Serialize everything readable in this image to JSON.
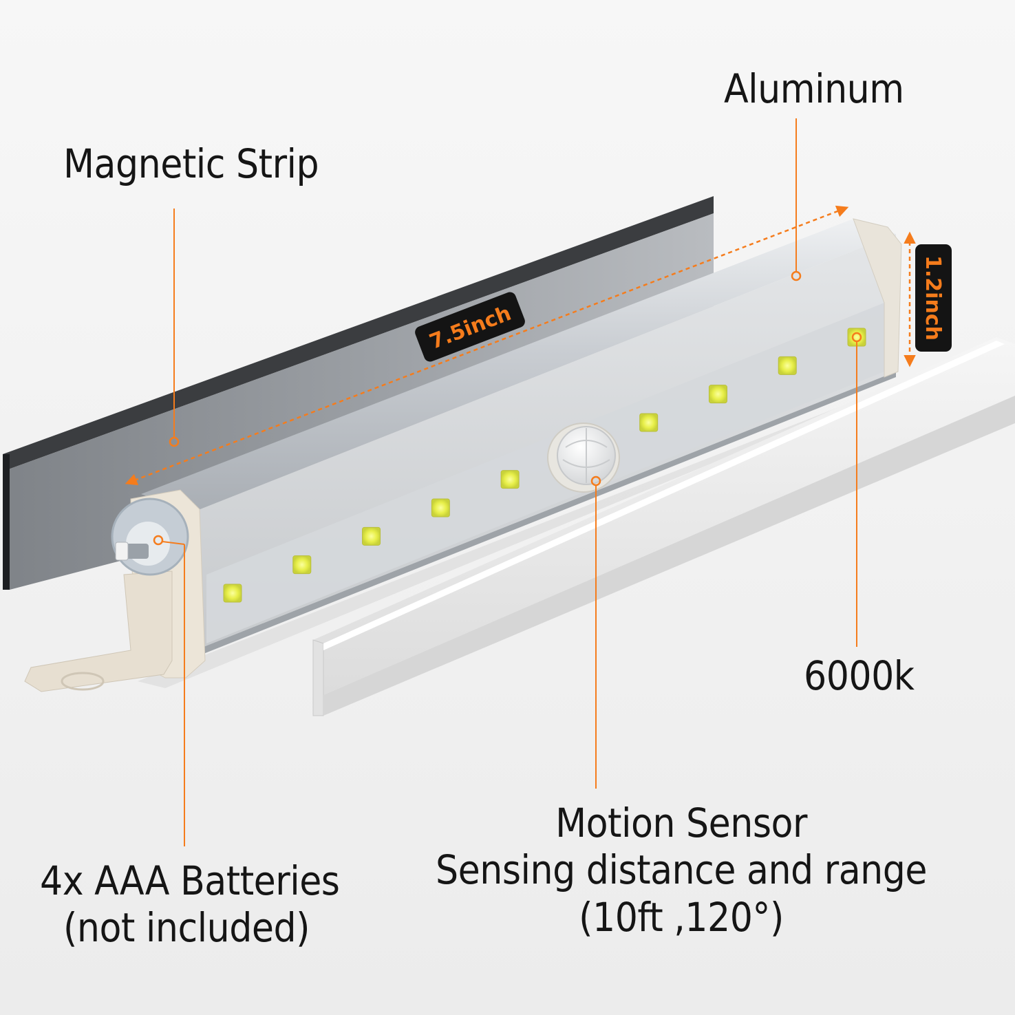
{
  "labels": {
    "magnetic_strip": "Magnetic Strip",
    "aluminum": "Aluminum",
    "color_temp": "6000k",
    "batteries_line1": "4x AAA Batteries",
    "batteries_line2": "(not included)",
    "motion_line1": "Motion Sensor",
    "motion_line2": "Sensing distance and range",
    "motion_line3": "(10ft ,120°)"
  },
  "dimensions": {
    "length": "7.5inch",
    "height": "1.2inch"
  },
  "colors": {
    "accent": "#f57c1c",
    "badge": "#141414",
    "text": "#151515",
    "background": "#f3f3f3"
  }
}
